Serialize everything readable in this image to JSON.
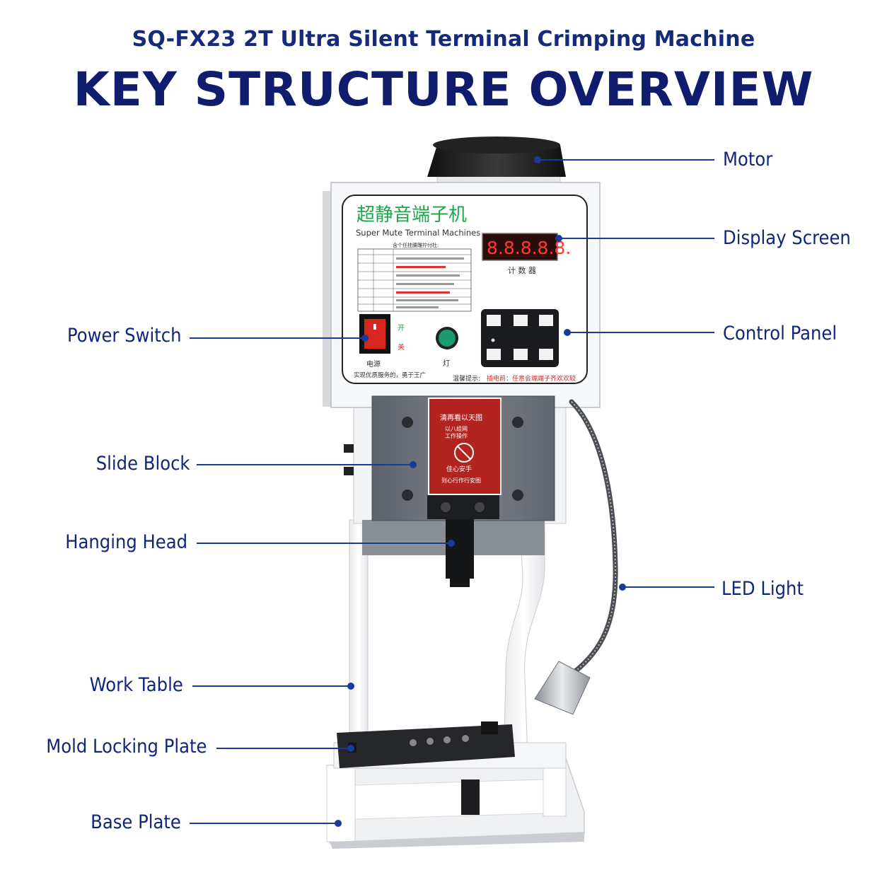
{
  "header": {
    "subtitle": "SQ-FX23 2T Ultra Silent Terminal Crimping Machine",
    "title": "KEY STRUCTURE OVERVIEW"
  },
  "callouts": {
    "motor": "Motor",
    "display_screen": "Display Screen",
    "control_panel": "Control Panel",
    "led_light": "LED Light",
    "power_switch": "Power Switch",
    "slide_block": "Slide Block",
    "hanging_head": "Hanging Head",
    "work_table": "Work Table",
    "mold_locking_plate": "Mold Locking Plate",
    "base_plate": "Base Plate"
  },
  "machine": {
    "name_cn": "超静音端子机",
    "name_en": "Super Mute Terminal Machines",
    "counter_label": "计 数 器",
    "counter_digits": "8.8.8.8.8.",
    "power_label": "电源",
    "switch_on": "开",
    "switch_off": "关",
    "lamp_label": "灯",
    "slogan": "实现优质服务的，勇于王广",
    "warning_prefix": "温馨提示:",
    "warning_text": "插电前：任意会端端子齐欢欢较",
    "safety_sign_title": "清再看以天图",
    "safety_sign_line1": "以八组网",
    "safety_sign_line2": "工作操作",
    "safety_sign_bottom": "佳心安手",
    "safety_sign_footer": "到心行作行安图",
    "spec_table_title": "含个任挂腰雕拧付杜:"
  },
  "colors": {
    "title": "#101c6e",
    "label": "#10267a",
    "leader": "#1a3a9a",
    "machine_body": "#f4f5f6",
    "slide_block": "#6f737b",
    "safety_sign": "#b3231f",
    "switch_red": "#d8261e",
    "lamp_green": "#1b9c6e"
  }
}
